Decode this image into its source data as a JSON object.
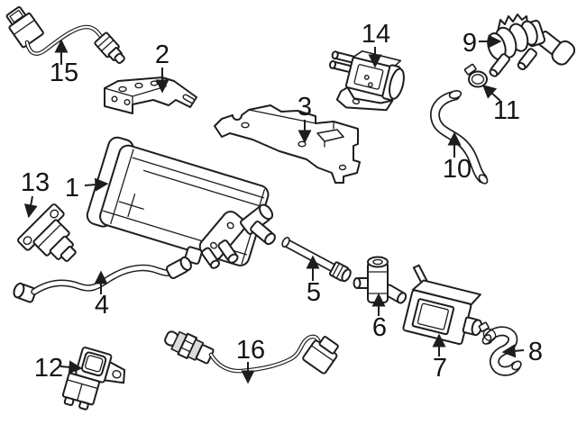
{
  "diagram": {
    "colors": {
      "background": "#ffffff",
      "ink": "#1d1d1b"
    },
    "callouts": [
      {
        "label": "1"
      },
      {
        "label": "2"
      },
      {
        "label": "3"
      },
      {
        "label": "4"
      },
      {
        "label": "5"
      },
      {
        "label": "6"
      },
      {
        "label": "7"
      },
      {
        "label": "8"
      },
      {
        "label": "9"
      },
      {
        "label": "10"
      },
      {
        "label": "11"
      },
      {
        "label": "12"
      },
      {
        "label": "13"
      },
      {
        "label": "14"
      },
      {
        "label": "15"
      },
      {
        "label": "16"
      }
    ]
  }
}
